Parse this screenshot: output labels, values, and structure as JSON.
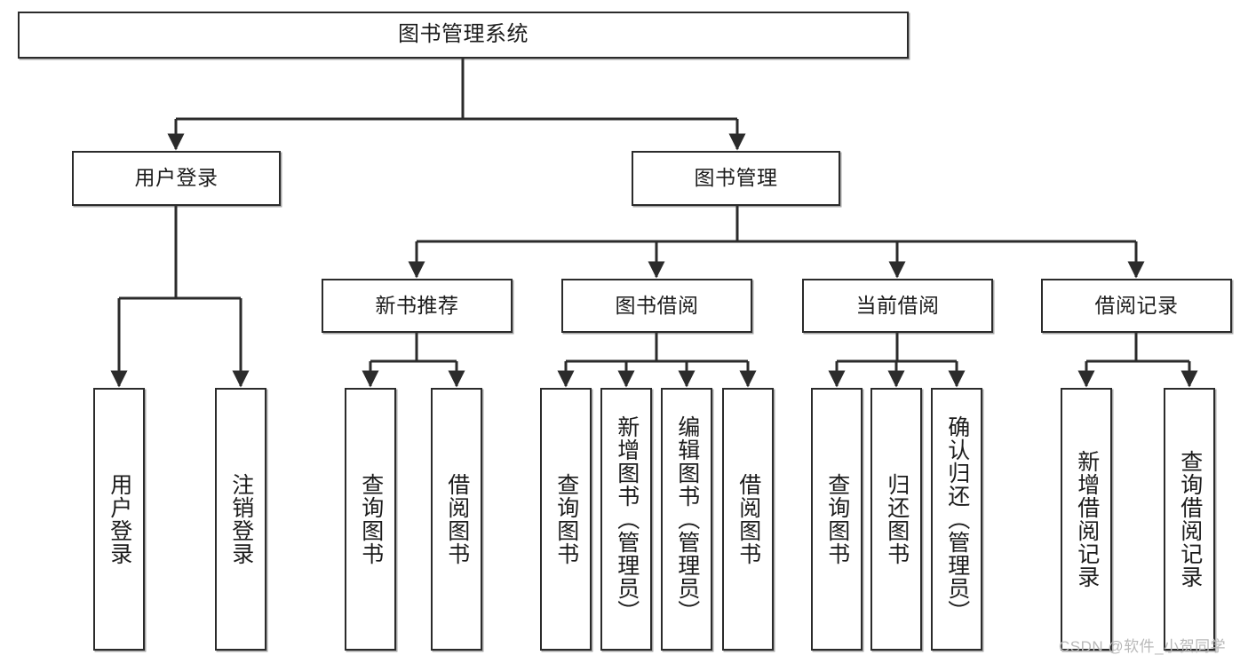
{
  "diagram": {
    "title": "图书管理系统",
    "type": "tree-structure-chart",
    "watermark": "CSDN @软件_小贺同学",
    "colors": {
      "box_border": "#2b2b2b",
      "box_fill": "#ffffff",
      "edge": "#2b2b2b",
      "text": "#1c1c1c",
      "watermark": "#b9b9b9"
    },
    "nodes": {
      "root": {
        "label": "图书管理系统"
      },
      "level2": [
        {
          "id": "user-login",
          "label": "用户登录"
        },
        {
          "id": "book-manage",
          "label": "图书管理"
        }
      ],
      "level3": [
        {
          "id": "new-book-recommend",
          "label": "新书推荐"
        },
        {
          "id": "book-borrow",
          "label": "图书借阅"
        },
        {
          "id": "current-borrow",
          "label": "当前借阅"
        },
        {
          "id": "borrow-record",
          "label": "借阅记录"
        }
      ],
      "leaves": {
        "user-login": [
          {
            "id": "leaf-user-login",
            "label": "用户登录"
          },
          {
            "id": "leaf-logout-login",
            "label": "注销登录"
          }
        ],
        "new-book-recommend": [
          {
            "id": "leaf-query-book-1",
            "label": "查询图书"
          },
          {
            "id": "leaf-borrow-book-1",
            "label": "借阅图书"
          }
        ],
        "book-borrow": [
          {
            "id": "leaf-query-book-2",
            "label": "查询图书"
          },
          {
            "id": "leaf-add-book",
            "label": "新增图书（管理员）"
          },
          {
            "id": "leaf-edit-book",
            "label": "编辑图书（管理员）"
          },
          {
            "id": "leaf-borrow-book-2",
            "label": "借阅图书"
          }
        ],
        "current-borrow": [
          {
            "id": "leaf-query-book-3",
            "label": "查询图书"
          },
          {
            "id": "leaf-return-book",
            "label": "归还图书"
          },
          {
            "id": "leaf-confirm-return",
            "label": "确认归还（管理员）"
          }
        ],
        "borrow-record": [
          {
            "id": "leaf-add-record",
            "label": "新增借阅记录"
          },
          {
            "id": "leaf-query-record",
            "label": "查询借阅记录"
          }
        ]
      }
    }
  }
}
